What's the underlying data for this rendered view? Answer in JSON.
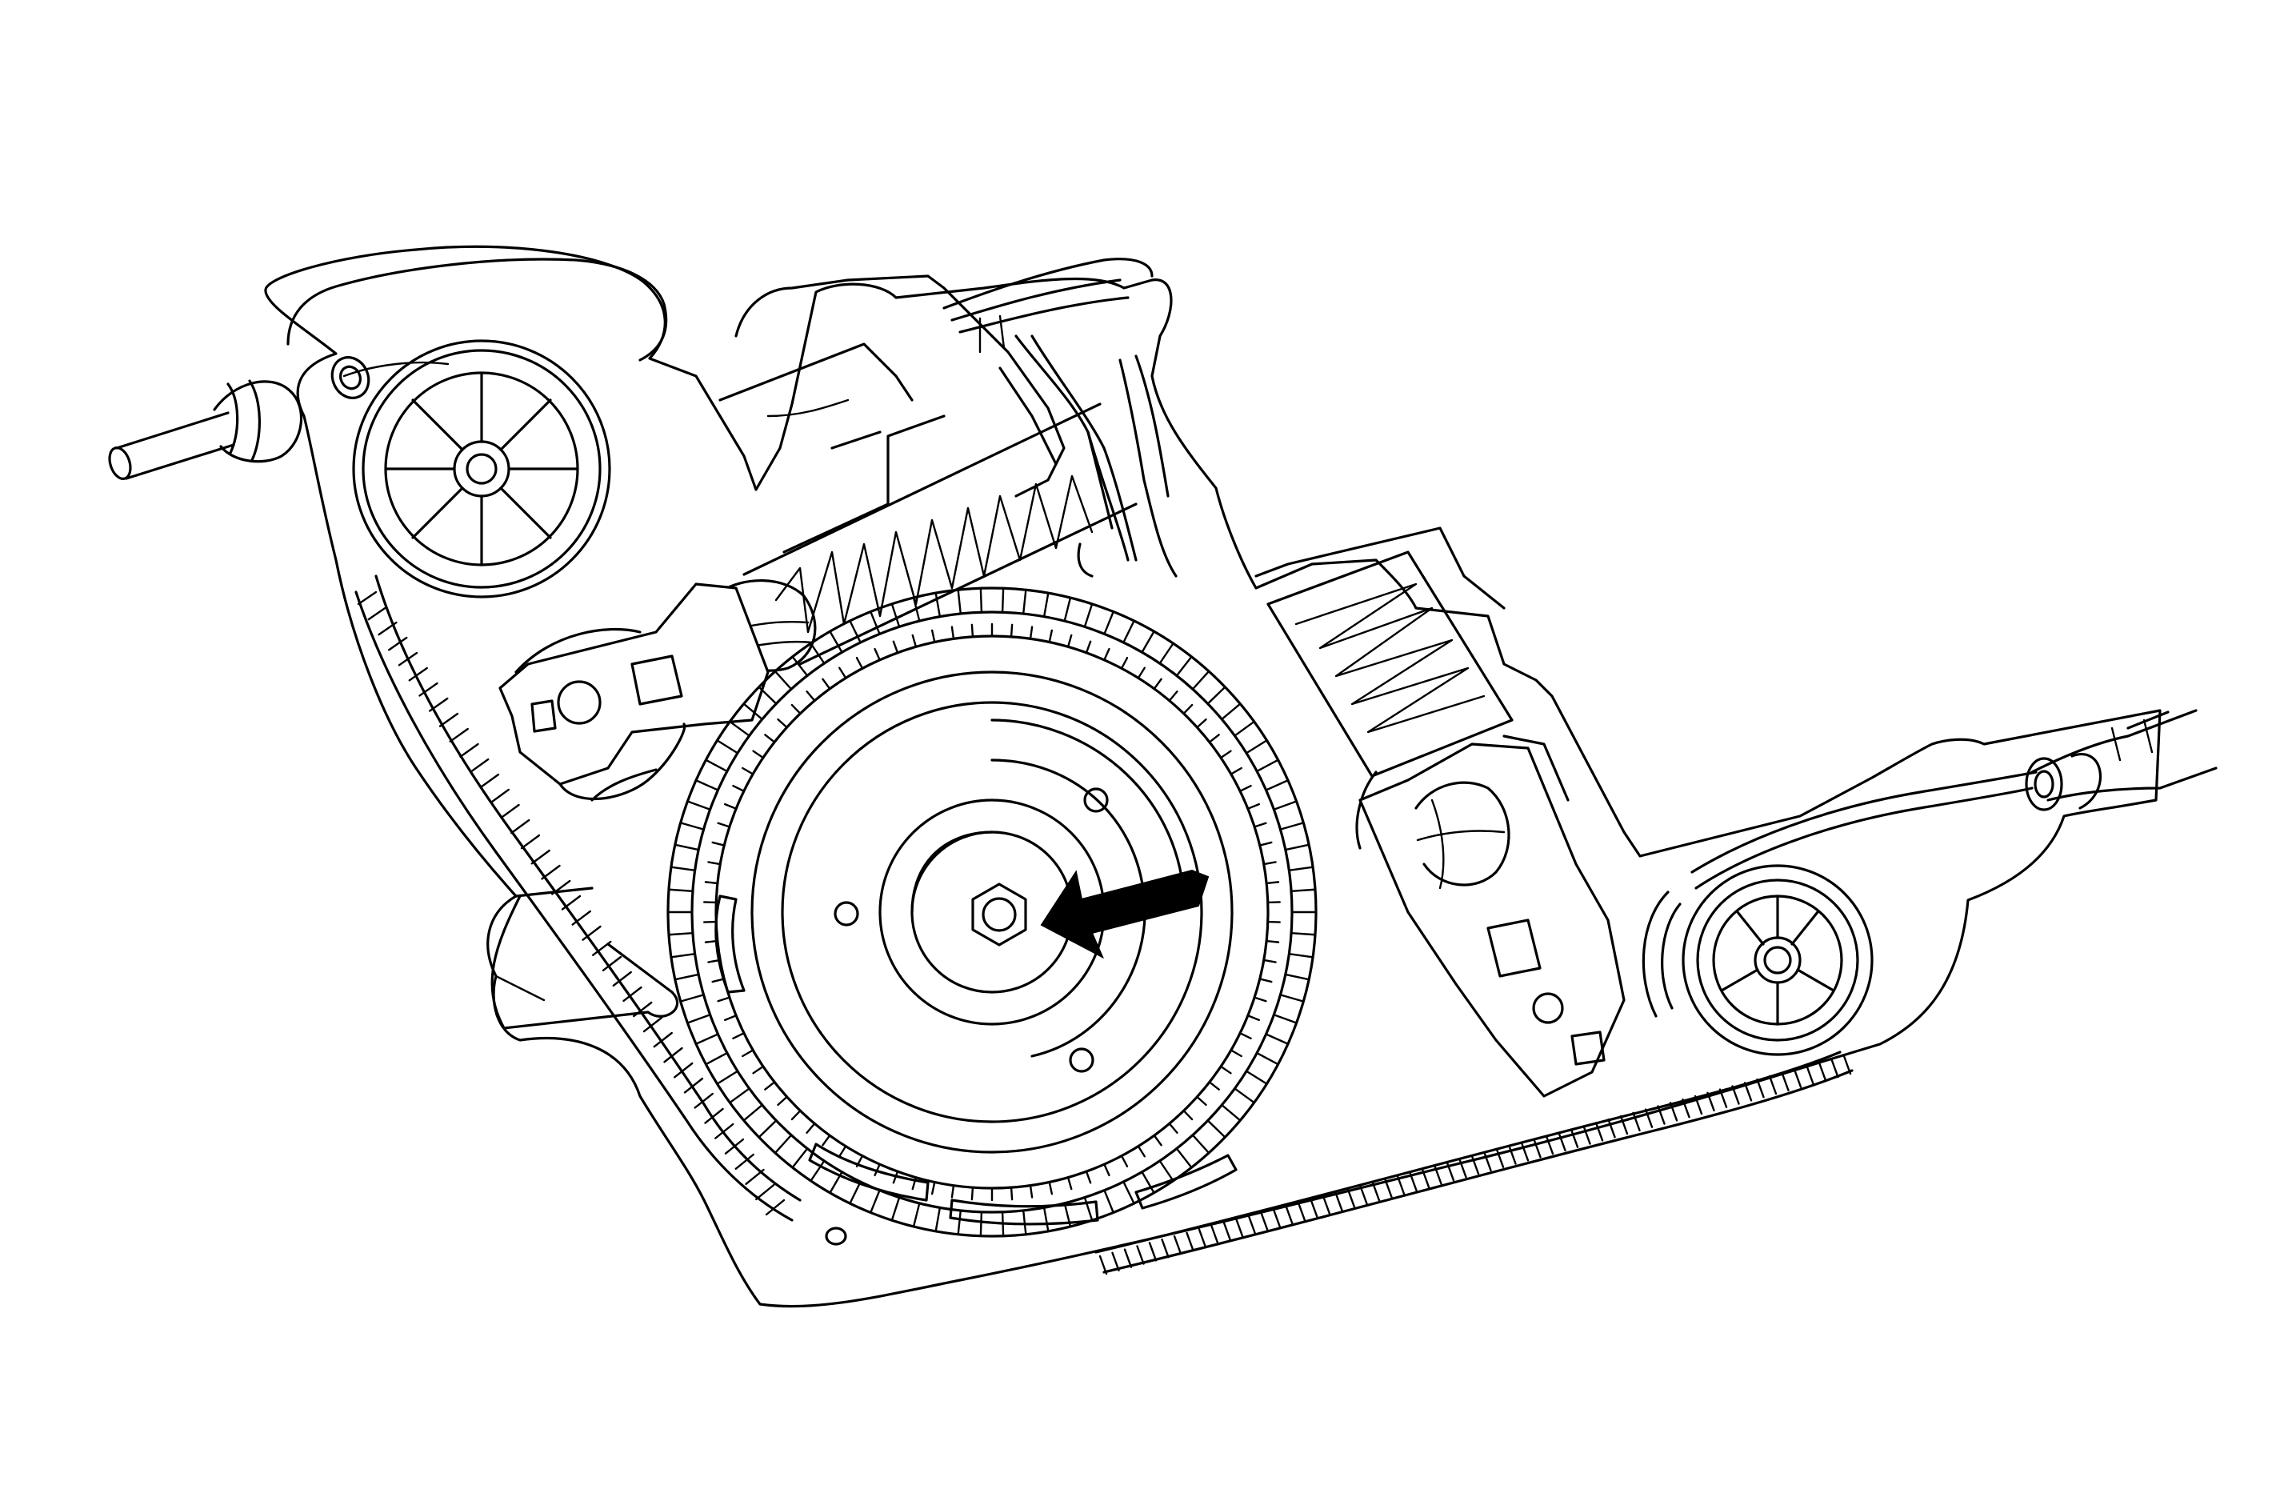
{
  "diagram": {
    "type": "technical-line-drawing",
    "background_color": "#ffffff",
    "line_color": "#000000",
    "components": [
      "outer-housing",
      "timing-belt",
      "crankshaft-sprocket",
      "center-bolt",
      "upper-left-pulley",
      "lower-right-idler-pulley",
      "tensioner-spring-left",
      "tensioner-spring-right",
      "tensioner-bracket-left",
      "tensioner-bracket-right",
      "left-shaft",
      "right-shaft",
      "wire-harness"
    ],
    "callout": {
      "icon": "arrow-icon",
      "points_to": "center-bolt"
    }
  }
}
